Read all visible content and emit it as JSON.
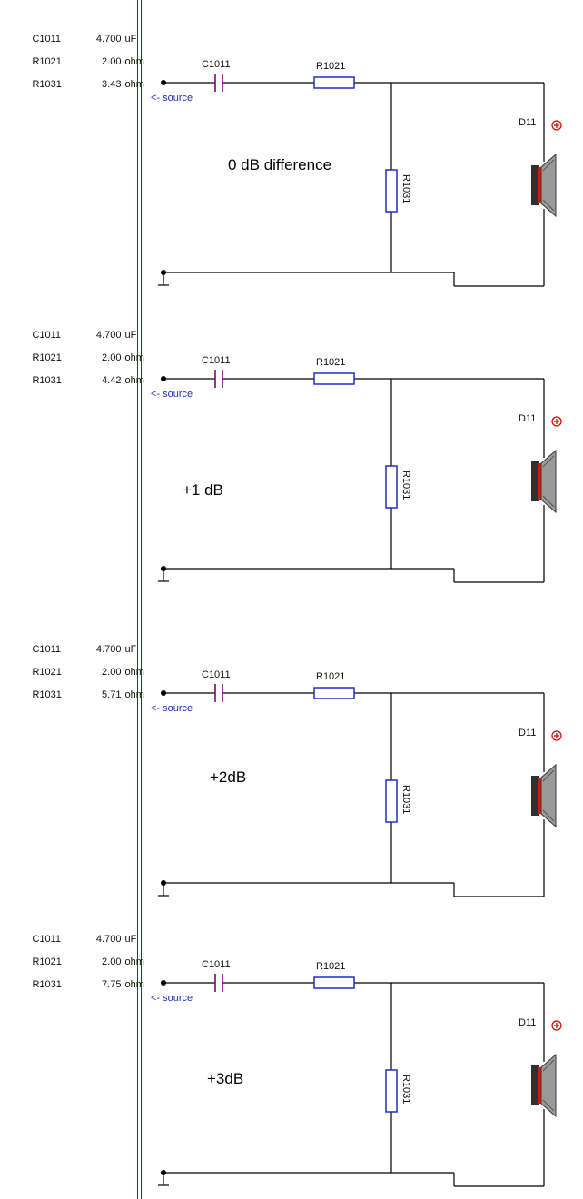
{
  "panels": [
    {
      "components": [
        {
          "name": "C1011",
          "value": "4.700",
          "unit": "uF"
        },
        {
          "name": "R1021",
          "value": "2.00",
          "unit": "ohm"
        },
        {
          "name": "R1031",
          "value": "3.43",
          "unit": "ohm"
        }
      ],
      "labels": {
        "capacitor": "C1011",
        "series_resistor": "R1021",
        "shunt_resistor": "R1031",
        "driver": "D11",
        "source": "<- source"
      },
      "note": "0 dB difference"
    },
    {
      "components": [
        {
          "name": "C1011",
          "value": "4.700",
          "unit": "uF"
        },
        {
          "name": "R1021",
          "value": "2.00",
          "unit": "ohm"
        },
        {
          "name": "R1031",
          "value": "4.42",
          "unit": "ohm"
        }
      ],
      "labels": {
        "capacitor": "C1011",
        "series_resistor": "R1021",
        "shunt_resistor": "R1031",
        "driver": "D11",
        "source": "<- source"
      },
      "note": "+1 dB"
    },
    {
      "components": [
        {
          "name": "C1011",
          "value": "4.700",
          "unit": "uF"
        },
        {
          "name": "R1021",
          "value": "2.00",
          "unit": "ohm"
        },
        {
          "name": "R1031",
          "value": "5.71",
          "unit": "ohm"
        }
      ],
      "labels": {
        "capacitor": "C1011",
        "series_resistor": "R1021",
        "shunt_resistor": "R1031",
        "driver": "D11",
        "source": "<- source"
      },
      "note": "+2dB"
    },
    {
      "components": [
        {
          "name": "C1011",
          "value": "4.700",
          "unit": "uF"
        },
        {
          "name": "R1021",
          "value": "2.00",
          "unit": "ohm"
        },
        {
          "name": "R1031",
          "value": "7.75",
          "unit": "ohm"
        }
      ],
      "labels": {
        "capacitor": "C1011",
        "series_resistor": "R1021",
        "shunt_resistor": "R1031",
        "driver": "D11",
        "source": "<- source"
      },
      "note": "+3dB"
    }
  ],
  "colors": {
    "wire": "#000000",
    "resistor": "#1f2fc0",
    "capacitor": "#800080",
    "source_text": "#1f2fc0",
    "separator": "#1f2fc0",
    "polarity": "#cc0000",
    "driver_accent": "#cc2200"
  }
}
